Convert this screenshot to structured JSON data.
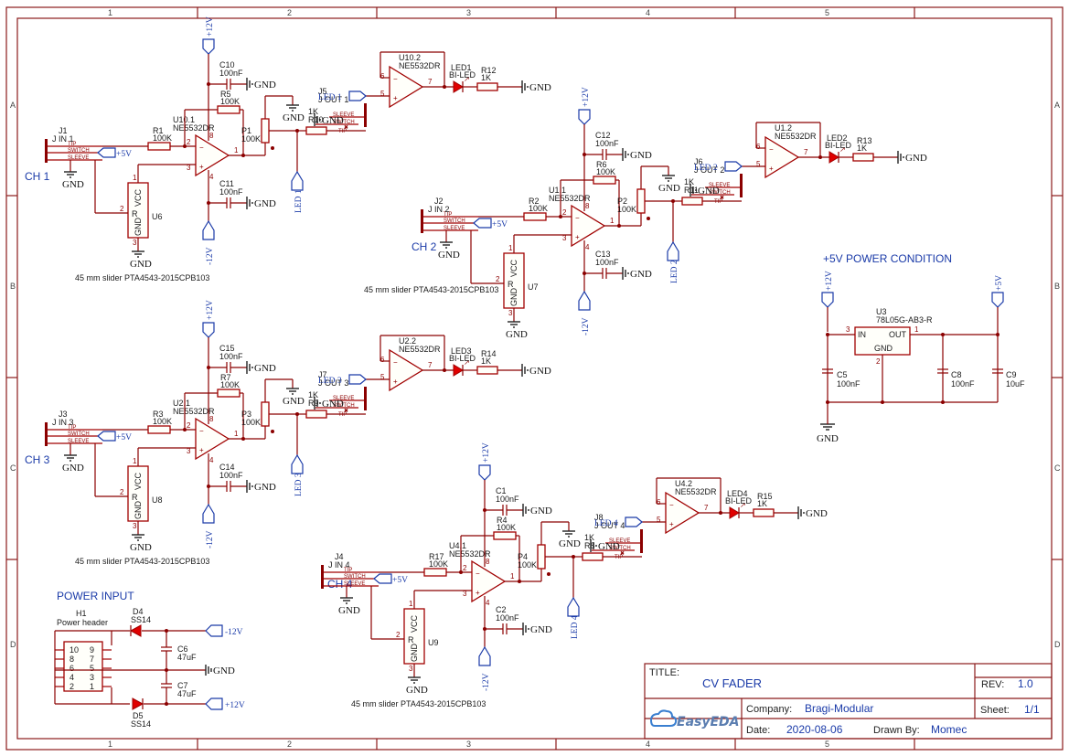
{
  "grid": {
    "cols": [
      "1",
      "2",
      "3",
      "4",
      "5"
    ],
    "rows": [
      "A",
      "B",
      "C",
      "D"
    ]
  },
  "title_block": {
    "title_label": "TITLE:",
    "title": "CV FADER",
    "rev_label": "REV:",
    "rev": "1.0",
    "company_label": "Company:",
    "company": "Bragi-Modular",
    "sheet_label": "Sheet:",
    "sheet": "1/1",
    "date_label": "Date:",
    "date": "2020-08-06",
    "drawn_label": "Drawn By:",
    "drawn": "Momec",
    "logo": "EasyEDA"
  },
  "sections": {
    "ch1": "CH 1",
    "ch2": "CH 2",
    "ch3": "CH 3",
    "ch4": "CH 4",
    "power_condition": "+5V POWER CONDITION",
    "power_input": "POWER INPUT"
  },
  "slider_note": "45 mm slider PTA4543-2015CPB103",
  "nets": {
    "p12": "+12V",
    "m12": "-12V",
    "p5": "+5V",
    "gnd": "GND",
    "led1": "LED 1",
    "led2": "LED 2",
    "led3": "LED 3",
    "led4": "LED 4"
  },
  "jack": {
    "tip": "TIP",
    "switch": "SWITCH",
    "sleeve": "SLEEVE"
  },
  "channels": [
    {
      "jack_ref": "J1",
      "jack_name": "J IN 1",
      "r_in": "R1",
      "r_in_val": "100K",
      "r_fb": "R5",
      "r_fb_val": "100K",
      "op_a": "U10.1",
      "op_part": "NE5532DR",
      "op_b": "U10.2",
      "c_top": "C10",
      "c_top_val": "100nF",
      "c_bot": "C11",
      "c_bot_val": "100nF",
      "pot": "P1",
      "pot_val": "100K",
      "r_out": "R10",
      "r_out_val": "1K",
      "out_jack": "J5",
      "out_name": "J OUT 1",
      "led_ref": "LED1",
      "led_name": "BI-LED",
      "r_led": "R12",
      "r_led_val": "1K",
      "slider": "U6"
    },
    {
      "jack_ref": "J2",
      "jack_name": "J IN 2",
      "r_in": "R2",
      "r_in_val": "100K",
      "r_fb": "R6",
      "r_fb_val": "100K",
      "op_a": "U1.1",
      "op_part": "NE5532DR",
      "op_b": "U1.2",
      "c_top": "C12",
      "c_top_val": "100nF",
      "c_bot": "C13",
      "c_bot_val": "100nF",
      "pot": "P2",
      "pot_val": "100K",
      "r_out": "R11",
      "r_out_val": "1K",
      "out_jack": "J6",
      "out_name": "J OUT 2",
      "led_ref": "LED2",
      "led_name": "BI-LED",
      "r_led": "R13",
      "r_led_val": "1K",
      "slider": "U7"
    },
    {
      "jack_ref": "J3",
      "jack_name": "J IN 3",
      "r_in": "R3",
      "r_in_val": "100K",
      "r_fb": "R7",
      "r_fb_val": "100K",
      "op_a": "U2.1",
      "op_part": "NE5532DR",
      "op_b": "U2.2",
      "c_top": "C15",
      "c_top_val": "100nF",
      "c_bot": "C14",
      "c_bot_val": "100nF",
      "pot": "P3",
      "pot_val": "100K",
      "r_out": "R9",
      "r_out_val": "1K",
      "out_jack": "J7",
      "out_name": "J OUT 3",
      "led_ref": "LED3",
      "led_name": "BI-LED",
      "r_led": "R14",
      "r_led_val": "1K",
      "slider": "U8"
    },
    {
      "jack_ref": "J4",
      "jack_name": "J IN 4",
      "r_in": "R17",
      "r_in_val": "100K",
      "r_fb": "R4",
      "r_fb_val": "100K",
      "op_a": "U4.1",
      "op_part": "NE5532DR",
      "op_b": "U4.2",
      "c_top": "C1",
      "c_top_val": "100nF",
      "c_bot": "C2",
      "c_bot_val": "100nF",
      "pot": "P4",
      "pot_val": "100K",
      "r_out": "R8",
      "r_out_val": "1K",
      "out_jack": "J8",
      "out_name": "J OUT 4",
      "led_ref": "LED4",
      "led_name": "BI-LED",
      "r_led": "R15",
      "r_led_val": "1K",
      "slider": "U9"
    }
  ],
  "pins": {
    "one": "1",
    "two": "2",
    "three": "3",
    "four": "4",
    "five": "5",
    "six": "6",
    "seven": "7",
    "eight": "8",
    "vcc": "VCC",
    "r": "R",
    "gnd": "GND"
  },
  "regulator": {
    "ref": "U3",
    "part": "78L05G-AB3-R",
    "in": "IN",
    "out": "OUT",
    "gnd": "GND",
    "c5": "C5",
    "c5v": "100nF",
    "c8": "C8",
    "c8v": "100nF",
    "c9": "C9",
    "c9v": "10uF"
  },
  "power": {
    "header_ref": "H1",
    "header_name": "Power header",
    "d4": "D4",
    "d4v": "SS14",
    "d5": "D5",
    "d5v": "SS14",
    "c6": "C6",
    "c6v": "47uF",
    "c7": "C7",
    "c7v": "47uF",
    "pins_left": [
      "10",
      "8",
      "6",
      "4",
      "2"
    ],
    "pins_right": [
      "9",
      "7",
      "5",
      "3",
      "1"
    ]
  }
}
